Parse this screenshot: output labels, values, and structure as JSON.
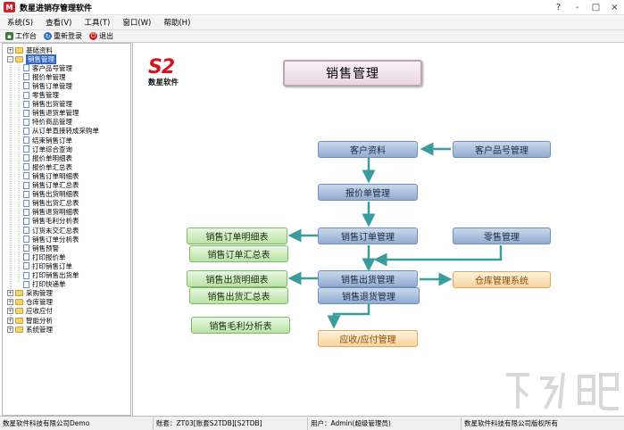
{
  "window": {
    "app_icon": "M",
    "title": "数星进销存管理软件",
    "controls": [
      "?",
      "-",
      "□",
      "×"
    ]
  },
  "menu": [
    "系统(S)",
    "查看(V)",
    "工具(T)",
    "窗口(W)",
    "帮助(H)"
  ],
  "toolbar": {
    "desk_label": "工作台",
    "relogin_label": "重新登录",
    "exit_label": "退出"
  },
  "tree": [
    {
      "label": "基础资料",
      "level": 0,
      "expander": "+",
      "type": "folder"
    },
    {
      "label": "销售管理",
      "level": 0,
      "expander": "-",
      "type": "folder",
      "selected": true
    },
    {
      "label": "客户品号管理",
      "level": 1,
      "type": "doc"
    },
    {
      "label": "报价单管理",
      "level": 1,
      "type": "doc"
    },
    {
      "label": "销售订单管理",
      "level": 1,
      "type": "doc"
    },
    {
      "label": "零售管理",
      "level": 1,
      "type": "doc"
    },
    {
      "label": "销售出货管理",
      "level": 1,
      "type": "doc"
    },
    {
      "label": "销售退货单管理",
      "level": 1,
      "type": "doc"
    },
    {
      "label": "特价商品管理",
      "level": 1,
      "type": "doc"
    },
    {
      "label": "从订单直接转成采购单",
      "level": 1,
      "type": "doc"
    },
    {
      "label": "结束销售订单",
      "level": 1,
      "type": "doc"
    },
    {
      "label": "订单综合查询",
      "level": 1,
      "type": "doc"
    },
    {
      "label": "报价单明细表",
      "level": 1,
      "type": "doc"
    },
    {
      "label": "报价单汇总表",
      "level": 1,
      "type": "doc"
    },
    {
      "label": "销售订单明细表",
      "level": 1,
      "type": "doc"
    },
    {
      "label": "销售订单汇总表",
      "level": 1,
      "type": "doc"
    },
    {
      "label": "销售出货明细表",
      "level": 1,
      "type": "doc"
    },
    {
      "label": "销售出货汇总表",
      "level": 1,
      "type": "doc"
    },
    {
      "label": "销售退货明细表",
      "level": 1,
      "type": "doc"
    },
    {
      "label": "销售毛利分析表",
      "level": 1,
      "type": "doc"
    },
    {
      "label": "订货未交汇总表",
      "level": 1,
      "type": "doc"
    },
    {
      "label": "销售订单分析表",
      "level": 1,
      "type": "doc"
    },
    {
      "label": "销售预警",
      "level": 1,
      "type": "doc"
    },
    {
      "label": "打印报价单",
      "level": 1,
      "type": "doc"
    },
    {
      "label": "打印销售订单",
      "level": 1,
      "type": "doc"
    },
    {
      "label": "打印销售出货单",
      "level": 1,
      "type": "doc"
    },
    {
      "label": "打印快递单",
      "level": 1,
      "type": "doc"
    },
    {
      "label": "采购管理",
      "level": 0,
      "expander": "+",
      "type": "folder"
    },
    {
      "label": "仓库管理",
      "level": 0,
      "expander": "+",
      "type": "folder"
    },
    {
      "label": "应收应付",
      "level": 0,
      "expander": "+",
      "type": "folder"
    },
    {
      "label": "智能分析",
      "level": 0,
      "expander": "+",
      "type": "folder"
    },
    {
      "label": "系统管理",
      "level": 0,
      "expander": "+",
      "type": "folder"
    }
  ],
  "logo": {
    "main": "S2",
    "sub": "数星软件"
  },
  "module_title": "销售管理",
  "flow": {
    "customer_info": "客户资料",
    "customer_item_no": "客户品号管理",
    "quotation": "报价单管理",
    "sales_order": "销售订单管理",
    "retail": "零售管理",
    "sales_shipment": "销售出货管理",
    "sales_return": "销售退货管理",
    "warehouse": "仓库管理系统",
    "receivable_payable": "应收/应付管理",
    "order_detail_report": "销售订单明细表",
    "order_summary_report": "销售订单汇总表",
    "shipment_detail_report": "销售出货明细表",
    "shipment_summary_report": "销售出货汇总表",
    "profit_report": "销售毛利分析表"
  },
  "colors": {
    "flow_arrow": "#3a9c9c",
    "selected": "#3166c6",
    "logo_red": "#d2161e"
  },
  "status": {
    "company": "数星软件科技有限公司Demo",
    "account": "账套：ZT03[账套S2TDB][S2TDB]",
    "user": "用户：Admin(超级管理员)",
    "copyright": "数星软件科技有限公司版权所有"
  },
  "watermark": {
    "text": "下载吧",
    "icon": "watermark-logo"
  }
}
